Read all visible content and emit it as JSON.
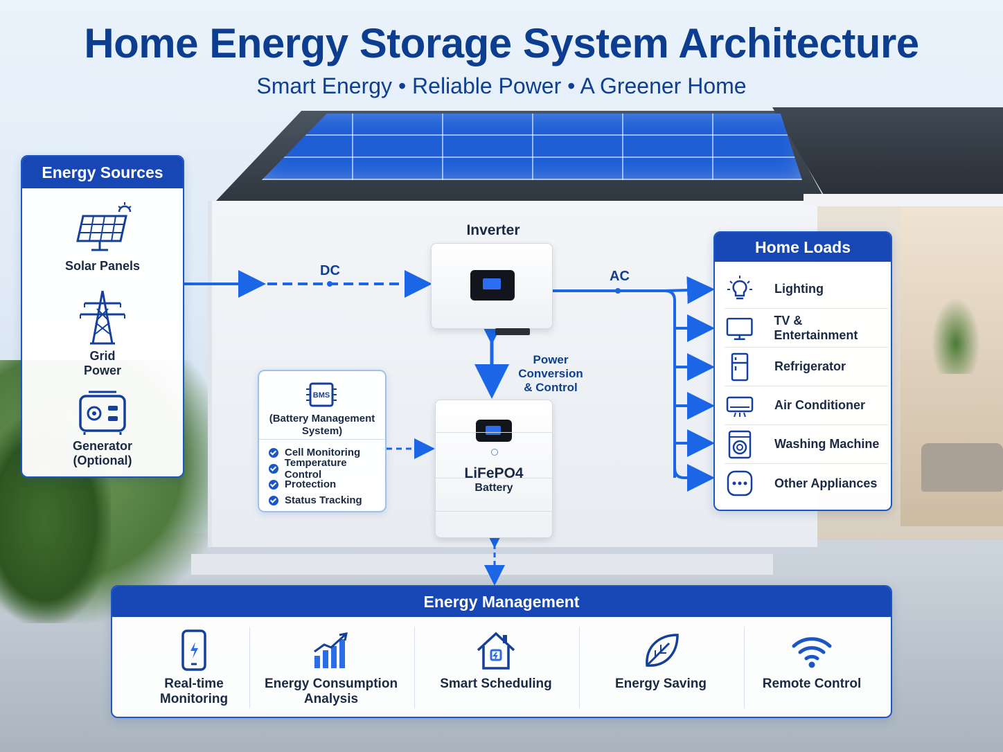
{
  "header": {
    "title": "Home Energy Storage System Architecture",
    "subtitle": "Smart Energy • Reliable Power • A Greener Home"
  },
  "energy_sources": {
    "heading": "Energy Sources",
    "items": [
      {
        "icon": "solar-panel-icon",
        "label_lines": [
          "Solar Panels"
        ]
      },
      {
        "icon": "power-tower-icon",
        "label_lines": [
          "Grid",
          "Power"
        ]
      },
      {
        "icon": "generator-icon",
        "label_lines": [
          "Generator",
          "(Optional)"
        ]
      }
    ]
  },
  "flow": {
    "dc_label": "DC",
    "ac_label": "AC",
    "inverter_label": "Inverter",
    "conversion_lines": [
      "Power Conversion",
      "& Control"
    ]
  },
  "bms": {
    "chip_text": "BMS",
    "title_lines": [
      "(Battery Management",
      "System)"
    ],
    "features": [
      "Cell Monitoring",
      "Temperature Control",
      "Protection",
      "Status Tracking"
    ]
  },
  "battery": {
    "name": "LiFePO4",
    "type": "Battery"
  },
  "home_loads": {
    "heading": "Home Loads",
    "items": [
      {
        "icon": "lightbulb-icon",
        "label": "Lighting"
      },
      {
        "icon": "tv-icon",
        "label": "TV & Entertainment"
      },
      {
        "icon": "refrigerator-icon",
        "label": "Refrigerator"
      },
      {
        "icon": "air-conditioner-icon",
        "label": "Air Conditioner"
      },
      {
        "icon": "washing-machine-icon",
        "label": "Washing Machine"
      },
      {
        "icon": "more-icon",
        "label": "Other Appliances"
      }
    ]
  },
  "energy_management": {
    "heading": "Energy Management",
    "items": [
      {
        "icon": "smartphone-icon",
        "label_lines": [
          "Real-time",
          "Monitoring"
        ]
      },
      {
        "icon": "bar-chart-icon",
        "label_lines": [
          "Energy Consumption",
          "Analysis"
        ]
      },
      {
        "icon": "smart-home-icon",
        "label_lines": [
          "Smart Scheduling"
        ]
      },
      {
        "icon": "leaf-icon",
        "label_lines": [
          "Energy Saving"
        ]
      },
      {
        "icon": "wifi-icon",
        "label_lines": [
          "Remote Control"
        ]
      }
    ]
  },
  "colors": {
    "primary": "#1747b5",
    "title": "#0d3d8f",
    "flow": "#1a66e6"
  }
}
